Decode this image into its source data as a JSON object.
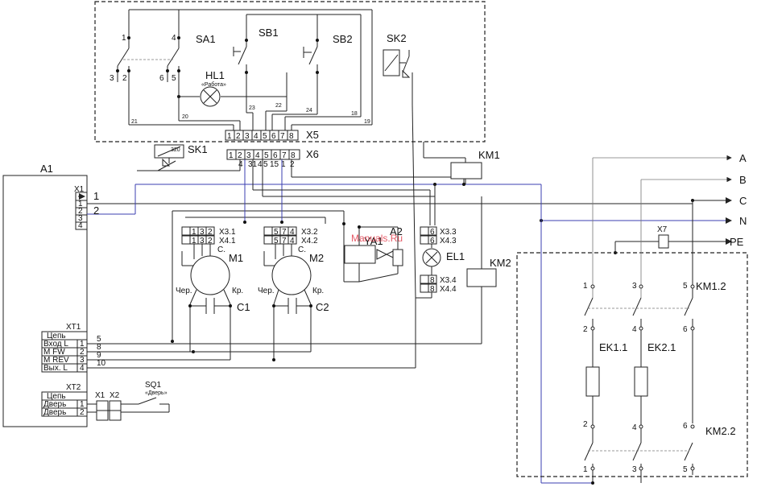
{
  "components": {
    "A1": "A1",
    "SA1": "SA1",
    "SB1": "SB1",
    "SB2": "SB2",
    "SK2": "SK2",
    "HL1": "HL1",
    "HL1_caption": "«Работа»",
    "SK1": "SK1",
    "SK1_value": "320",
    "KM1": "KM1",
    "KM2": "KM2",
    "A2": "A2",
    "YA1": "YA1",
    "EL1": "EL1",
    "M1": "M1",
    "M2": "M2",
    "C1": "C1",
    "C2": "C2",
    "SQ1": "SQ1",
    "SQ1_caption": "«Дверь»",
    "EK1_1": "EK1.1",
    "EK2_1": "EK2.1",
    "KM1_2": "KM1.2",
    "KM2_2": "KM2.2",
    "X7": "X7"
  },
  "terminals": {
    "X5": "X5",
    "X6": "X6",
    "X3_1": "X3.1",
    "X4_1": "X4.1",
    "X3_2": "X3.2",
    "X4_2": "X4.2",
    "X3_3": "X3.3",
    "X4_3": "X4.3",
    "X3_4": "X3.4",
    "X4_4": "X4.4",
    "X1": "X1",
    "X2": "X2"
  },
  "buses": [
    "A",
    "B",
    "C",
    "N",
    "PE"
  ],
  "motor_marks": {
    "common": "С.",
    "black": "Чер.",
    "red": "Кр."
  },
  "xt1": {
    "title": "XT1",
    "rows": [
      {
        "label": "Цепь",
        "pin": ""
      },
      {
        "label": "Вход L",
        "pin": "1"
      },
      {
        "label": "M FW",
        "pin": "2"
      },
      {
        "label": "M REV",
        "pin": "3"
      },
      {
        "label": "Вых. L",
        "pin": "4"
      }
    ]
  },
  "xt2": {
    "title": "XT2",
    "rows": [
      {
        "label": "Цепь",
        "pin": ""
      },
      {
        "label": "Дверь",
        "pin": "1"
      },
      {
        "label": "Дверь",
        "pin": "2"
      }
    ]
  },
  "x1_block": {
    "title": "X1",
    "pins": [
      "1",
      "2",
      "3",
      "4"
    ]
  },
  "x5_pins": [
    "1",
    "2",
    "3",
    "4",
    "5",
    "6",
    "7",
    "8"
  ],
  "x6_pins": [
    "1",
    "2",
    "3",
    "4",
    "5",
    "6",
    "7",
    "8"
  ],
  "x3_1_pins": [
    "1",
    "3",
    "2"
  ],
  "x4_1_pins": [
    "1",
    "3",
    "2"
  ],
  "x3_2_pins": [
    "5",
    "7",
    "4"
  ],
  "x4_2_pins": [
    "5",
    "7",
    "4"
  ],
  "x3_3_pin": "6",
  "x4_3_pin": "6",
  "x3_4_pin": "8",
  "x4_4_pin": "8",
  "wires": {
    "w1": "1",
    "w2": "2",
    "w3": "3",
    "w4": "4",
    "w5": "5",
    "w8": "8",
    "w9": "9",
    "w10": "10",
    "w14": "14",
    "w15": "15",
    "w18": "18",
    "w19": "19",
    "w20": "20",
    "w21": "21",
    "w22": "22",
    "w23": "23",
    "w24": "24",
    "w31": "31"
  },
  "contacts": {
    "sa1_1": "1",
    "sa1_2": "2",
    "sa1_3": "3",
    "sa1_4": "4",
    "sa1_5": "5",
    "sa1_6": "6",
    "km1_1": "1",
    "km1_2": "2",
    "km1_3": "3",
    "km1_4": "4",
    "km1_5": "5",
    "km1_6": "6",
    "km2_1": "1",
    "km2_2": "2",
    "km2_3": "3",
    "km2_4": "4",
    "km2_5": "5",
    "km2_6": "6"
  },
  "watermark": "Manuals.Ru",
  "colors": {
    "line": "#222222",
    "blue_wire": "#3b3fb0",
    "grey_wire": "#777777",
    "watermark": "#dd2233"
  }
}
